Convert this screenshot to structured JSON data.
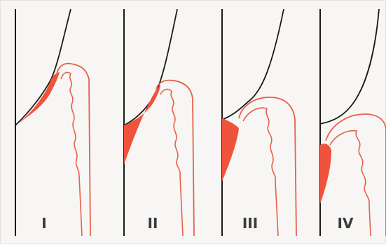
{
  "figure": {
    "colors": {
      "background": "#f7f6f4",
      "outline": "#1a1a1a",
      "accent": "#f0533c",
      "accent_stroke": "#e8604a",
      "label": "#3a3a3a"
    },
    "panels": [
      {
        "label": "I"
      },
      {
        "label": "II"
      },
      {
        "label": "III"
      },
      {
        "label": "IV"
      }
    ]
  }
}
